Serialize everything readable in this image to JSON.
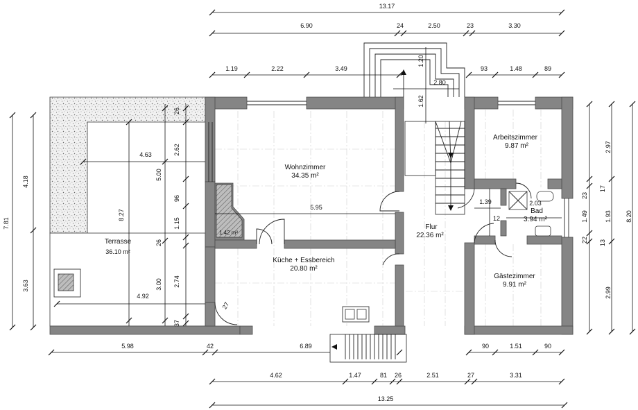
{
  "rooms": {
    "wohnzimmer": {
      "name": "Wohnzimmer",
      "area": "34.35 m²"
    },
    "kueche": {
      "name": "Küche + Essbereich",
      "area": "20.80 m²"
    },
    "flur": {
      "name": "Flur",
      "area": "22.36 m²"
    },
    "arbeitszimmer": {
      "name": "Arbeitszimmer",
      "area": "9.87 m²"
    },
    "bad": {
      "name": "Bad",
      "area": "3.94 m²"
    },
    "gaestezimmer": {
      "name": "Gästezimmer",
      "area": "9.91 m²"
    },
    "terrasse": {
      "name": "Terrasse",
      "area": "36.10 m²"
    },
    "kamin_area": "1.42 m²"
  },
  "dims_top": {
    "overall": "13.17",
    "row2": [
      "6.90",
      "24",
      "2.50",
      "23",
      "3.30"
    ],
    "row3": [
      "1.19",
      "2.22",
      "3.49",
      "93",
      "1.48",
      "89"
    ],
    "stair_top": [
      "1.20",
      "2.80",
      "1.62"
    ]
  },
  "dims_bottom": {
    "row1": [
      "5.98",
      "42",
      "6.89",
      "90",
      "1.51",
      "90"
    ],
    "row2": [
      "4.62",
      "1.47",
      "81",
      "26",
      "2.51",
      "27",
      "3.31"
    ],
    "overall": "13.25"
  },
  "dims_left": {
    "overall": "7.81",
    "row": [
      "4.18",
      "3.63"
    ]
  },
  "dims_right": {
    "row1": [
      "2.97",
      "1.93",
      "2.99"
    ],
    "overall": "8.20",
    "small": [
      "23",
      "17",
      "1.49",
      "22",
      "13"
    ]
  },
  "dims_inner": {
    "terrace": [
      "26",
      "4.63",
      "2.62",
      "5.00",
      "8.27",
      "96",
      "1.15",
      "26",
      "3.00",
      "2.74",
      "4.92",
      "37"
    ],
    "living": "5.95",
    "kitchen_small": "27",
    "bath": [
      "1.39",
      "2.03",
      "12"
    ]
  }
}
